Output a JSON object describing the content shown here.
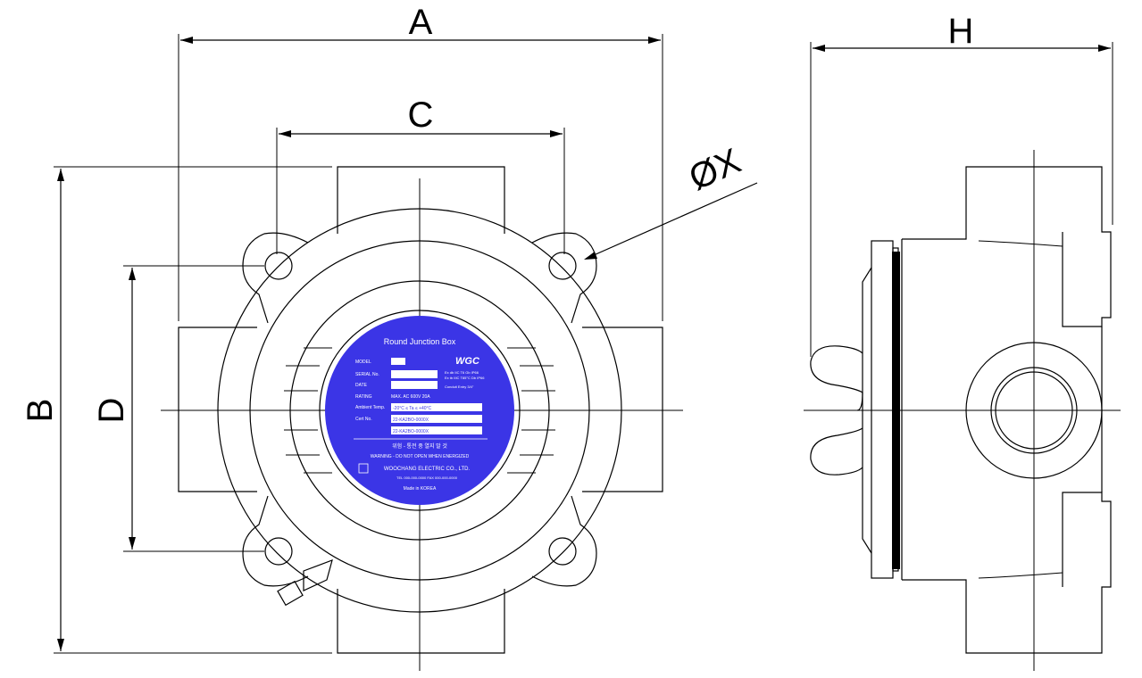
{
  "dimensions": {
    "a": "A",
    "b": "B",
    "c": "C",
    "d": "D",
    "h": "H",
    "x": "ØX"
  },
  "nameplate": {
    "title": "Round Junction Box",
    "brand": "WGC",
    "model_label": "MODEL",
    "serial_label": "SERIAL No.",
    "date_label": "DATE",
    "rating_label": "RATING",
    "rating_value": "MAX. AC 600V 20A",
    "ambient_label": "Ambient Temp.",
    "ambient_value": "-20°C ≤ Ta ≤ +40°C",
    "cert_label": "Cert No.",
    "cert_value_1": "22-KA2BO-0000X",
    "cert_value_2": "22-KA2BO-0000X",
    "ex_line_1": "Ex db IIC T6 Gb IP66",
    "ex_line_2": "Ex tb IIIC T85°C Db IP66",
    "ex_line_3": "Conduit Entry 3/4\"",
    "warning_kr": "위험 - 통전 중 열지 말 것",
    "warning_en": "WARNING - DO NOT OPEN WHEN ENERGIZED",
    "company": "WOOCHANG ELECTRIC CO., LTD.",
    "phone": "TEL 000-000-0000  FAX 000-000-0000",
    "made_in": "Made in KOREA"
  },
  "colors": {
    "line": "#000000",
    "plate": "#3b35e6",
    "plate_text": "#ffffff"
  }
}
